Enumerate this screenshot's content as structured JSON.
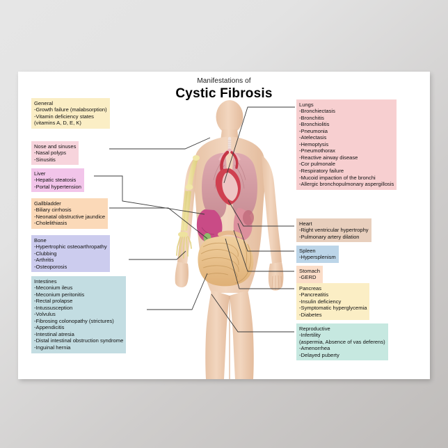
{
  "poster": {
    "title_sub": "Manifestations of",
    "title_main": "Cystic Fibrosis",
    "background_color": "#ffffff",
    "wall_color": "#e3e3e3"
  },
  "figure": {
    "name": "human-anatomy-figure",
    "skin_color": "#edcdb2",
    "lung_color": "#d69aa0",
    "heart_color": "#cf4050",
    "liver_color": "#c94b86",
    "intestine_color": "#e8c08a",
    "bone_color": "#ece09a"
  },
  "labels": {
    "left": [
      {
        "id": "general",
        "heading": "General",
        "color": "#fbeec5",
        "items": [
          "-Growth failure (malabsorption)",
          "-Vitamin deficiency states",
          "  (vitamins A, D, E, K)"
        ]
      },
      {
        "id": "nose-and-sinuses",
        "heading": "Nose and sinuses",
        "color": "#f7d4dc",
        "items": [
          "-Nasal polyps",
          "-Sinusitis"
        ]
      },
      {
        "id": "liver",
        "heading": "Liver",
        "color": "#f2c5ea",
        "items": [
          "-Hepatic steatosis",
          "-Portal hypertension"
        ]
      },
      {
        "id": "gallbladder",
        "heading": "Gallbladder",
        "color": "#fbd9b8",
        "items": [
          "-Biliary cirrhosis",
          "-Neonatal obstructive jaundice",
          "-Cholelithiasis"
        ]
      },
      {
        "id": "bone",
        "heading": "Bone",
        "color": "#ccccee",
        "items": [
          "-Hypertrophic osteoarthropathy",
          "   -Clubbing",
          "-Arthritis",
          "-Osteoporosis"
        ]
      },
      {
        "id": "intestines",
        "heading": "Intestines",
        "color": "#c3dde2",
        "items": [
          "-Meconium ileus",
          "-Meconium peritonitis",
          "-Rectal prolapse",
          "-Intussusception",
          "-Volvulus",
          "-Fibrosing colonopathy (strictures)",
          "-Appendicitis",
          "-Intestinal atresia",
          "-Distal intestinal obstruction syndrome",
          "-Inguinal hernia"
        ]
      }
    ],
    "right": [
      {
        "id": "lungs",
        "heading": "Lungs",
        "color": "#f7cfd0",
        "items": [
          "-Bronchiectasis",
          "-Bronchitis",
          "-Bronchiolitis",
          "-Pneumonia",
          "-Atelectasis",
          "-Hemoptysis",
          "-Pneumothorax",
          "-Reactive airway disease",
          "-Cor pulmonale",
          "-Respiratory failure",
          "-Mucoid impaction of the bronchi",
          "-Allergic bronchopulmonary aspergillosis"
        ]
      },
      {
        "id": "heart",
        "heading": "Heart",
        "color": "#e8cfbd",
        "items": [
          "-Right ventricular hypertrophy",
          "-Pulmonary artery dilation"
        ]
      },
      {
        "id": "spleen",
        "heading": "Spleen",
        "color": "#bcd5e8",
        "items": [
          "-Hypersplenism"
        ]
      },
      {
        "id": "stomach",
        "heading": "Stomach",
        "color": "#fbddc8",
        "items": [
          "-GERD"
        ]
      },
      {
        "id": "pancreas",
        "heading": "Pancreas",
        "color": "#fbeec5",
        "items": [
          "-Pancreatitis",
          "-Insulin deficiency",
          "-Symptomatic hyperglycemia",
          "-Diabetes"
        ]
      },
      {
        "id": "reproductive",
        "heading": "Reproductive",
        "color": "#c6e8e0",
        "items": [
          "-Infertility",
          "  (aspermia, Absence of vas deferens)",
          "-Amenorrhea",
          "-Delayed puberty"
        ]
      }
    ]
  }
}
